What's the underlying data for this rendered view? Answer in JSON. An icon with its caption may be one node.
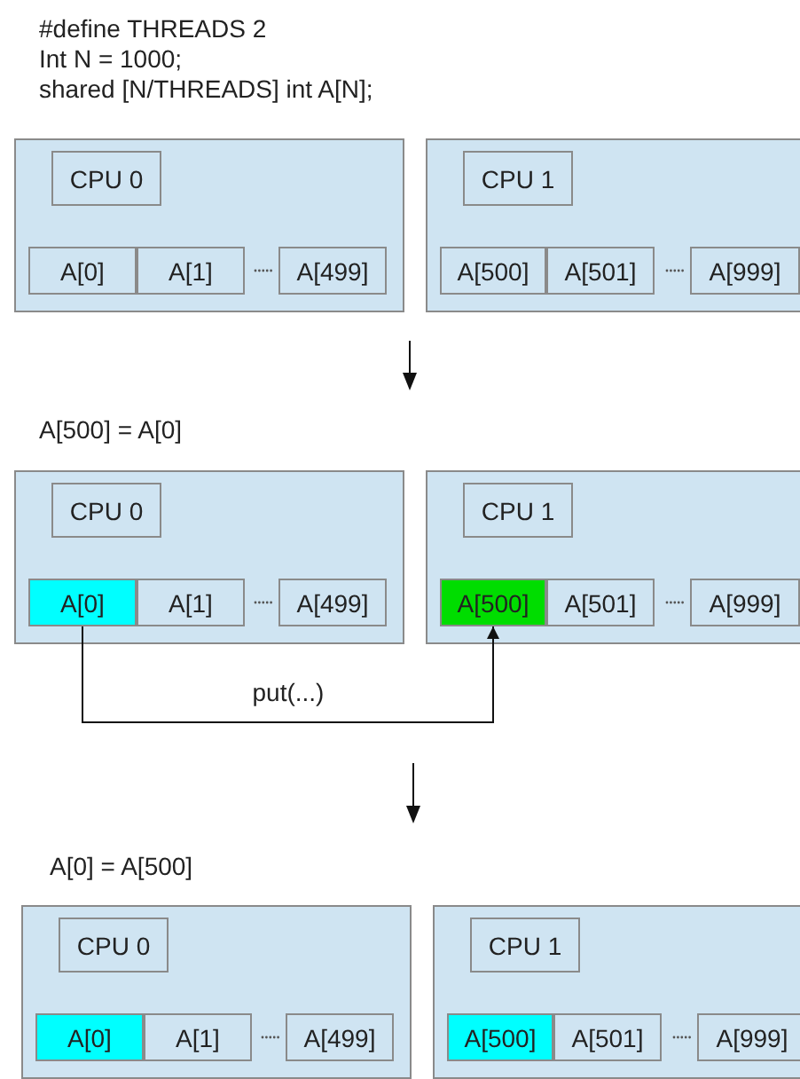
{
  "diagram": {
    "nodes": [
      {
        "text": [],
        "shape": "box"
      },
      {
        "text": [
          "CPU 0"
        ],
        "in": 0
      },
      {
        "text": [
          "A[0]"
        ],
        "in": 0
      },
      {
        "text": [
          "A[1]"
        ],
        "in": 0
      },
      {
        "text": [
          "A[499]"
        ],
        "in": 0
      },
      {
        "text": [],
        "shape": "box"
      },
      {
        "text": [
          "CPU 1"
        ],
        "in": 5
      },
      {
        "text": [
          "A[500]"
        ],
        "in": 5
      },
      {
        "text": [
          "A[501]"
        ],
        "in": 5
      },
      {
        "text": [
          "A[999]"
        ],
        "in": 5
      },
      {
        "text": [],
        "shape": "box"
      },
      {
        "text": [
          "CPU 0"
        ],
        "in": 10
      },
      {
        "text": [
          "A[0]"
        ],
        "in": 10
      },
      {
        "text": [
          "A[1]"
        ],
        "in": 10
      },
      {
        "text": [
          "A[499]"
        ],
        "in": 10
      },
      {
        "text": [],
        "shape": "box"
      },
      {
        "text": [
          "CPU 1"
        ],
        "in": 15
      },
      {
        "text": [
          "A[500]"
        ],
        "in": 15
      },
      {
        "text": [
          "A[501]"
        ],
        "in": 15
      },
      {
        "text": [
          "A[999]"
        ],
        "in": 15
      },
      {
        "text": [],
        "shape": "box"
      },
      {
        "text": [
          "CPU 0"
        ],
        "in": 20
      },
      {
        "text": [
          "A[0]"
        ],
        "in": 20
      },
      {
        "text": [
          "A[1]"
        ],
        "in": 20
      },
      {
        "text": [
          "A[499]"
        ],
        "in": 20
      },
      {
        "text": [],
        "shape": "box"
      },
      {
        "text": [
          "CPU 1"
        ],
        "in": 25
      },
      {
        "text": [
          "A[500]"
        ],
        "in": 25
      },
      {
        "text": [
          "A[501]"
        ],
        "in": 25
      },
      {
        "text": [
          "A[999]"
        ],
        "in": 25
      }
    ],
    "edges": [
      {
        "from": 12,
        "to": 17,
        "arrow": "to",
        "label": "put(...)"
      }
    ],
    "labels": [
      "#define THREADS 2",
      "Int N = 1000;",
      "shared [N/THREADS] int A[N];",
      "A[500] = A[0]",
      "A[0] = A[500]"
    ]
  }
}
